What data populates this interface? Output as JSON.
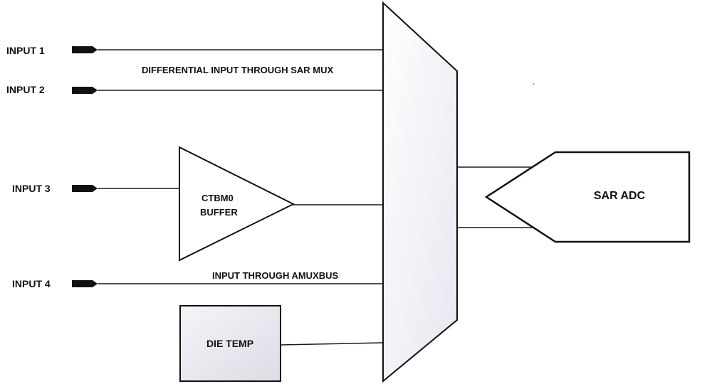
{
  "inputs": [
    {
      "label": "INPUT 1"
    },
    {
      "label": "INPUT 2"
    },
    {
      "label": "INPUT 3"
    },
    {
      "label": "INPUT 4"
    }
  ],
  "annotations": {
    "differential": "DIFFERENTIAL INPUT THROUGH SAR MUX",
    "amuxbus": "INPUT THROUGH AMUXBUS"
  },
  "buffer": {
    "line1": "CTBM0",
    "line2": "BUFFER"
  },
  "die_temp": {
    "label": "DIE TEMP"
  },
  "adc": {
    "label": "SAR ADC"
  },
  "colors": {
    "line": "#1a1a1a",
    "mux_fill_light": "#ffffff",
    "mux_fill_dark": "#e6e6f0",
    "die_temp_fill": "#e4e4ec"
  }
}
